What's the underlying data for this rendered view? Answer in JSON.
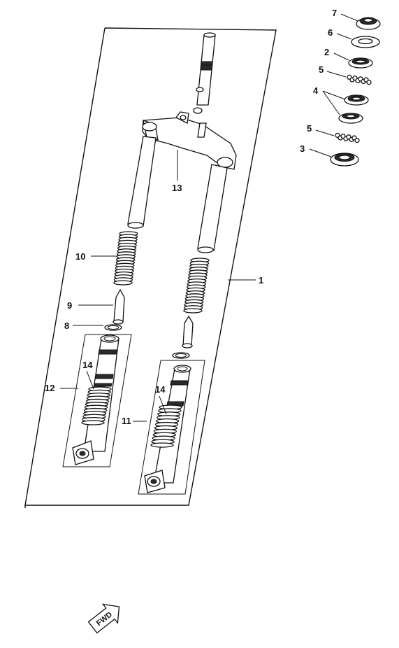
{
  "callouts": {
    "c1": "1",
    "c2": "2",
    "c3": "3",
    "c4": "4",
    "c5a": "5",
    "c5b": "5",
    "c6": "6",
    "c7": "7",
    "c8": "8",
    "c9": "9",
    "c10": "10",
    "c11": "11",
    "c12": "12",
    "c13": "13",
    "c14a": "14",
    "c14b": "14"
  },
  "fwd_badge": "FWD"
}
